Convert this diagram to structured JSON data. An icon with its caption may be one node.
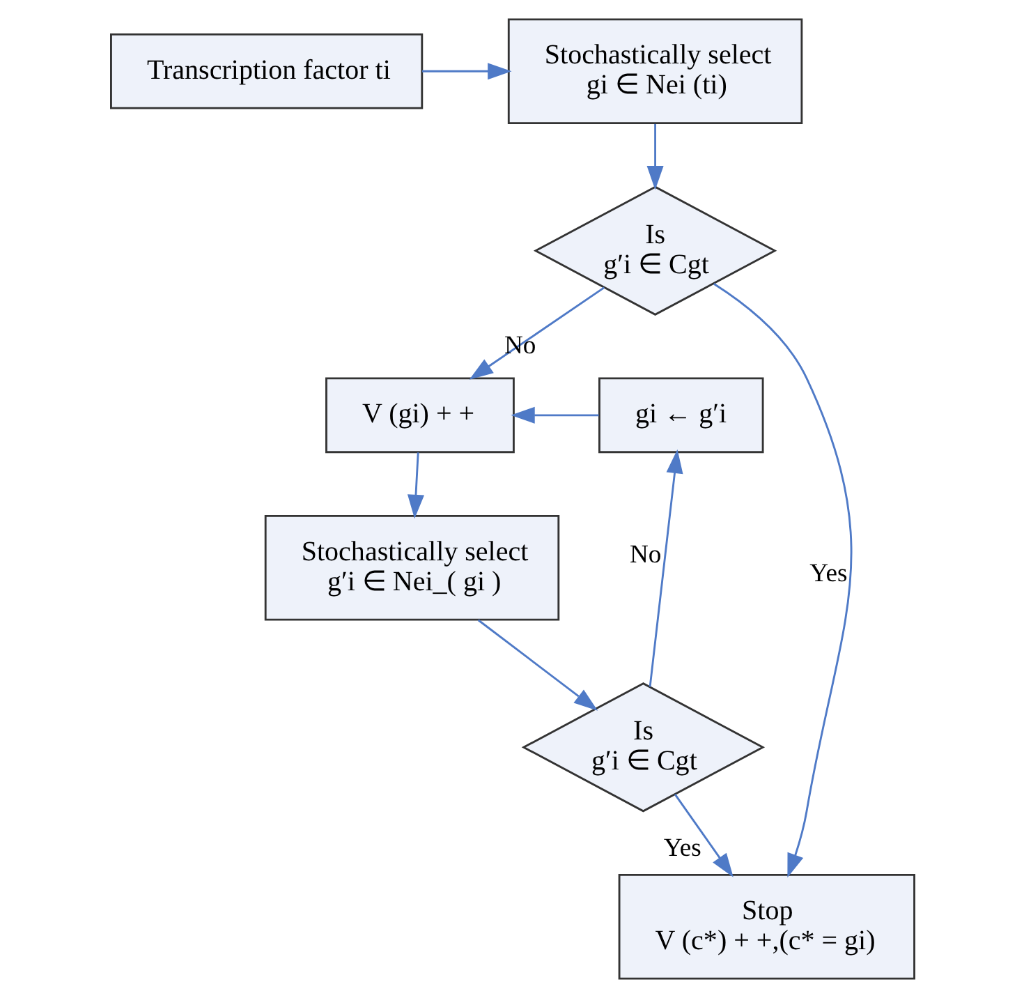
{
  "diagram": {
    "nodes": [
      {
        "text": [
          "Transcription factor ti"
        ]
      },
      {
        "text": [
          "Stochastically select",
          "gi ∈ Nei (ti)"
        ]
      },
      {
        "text": [
          "Is",
          "g′i ∈ Cgt"
        ]
      },
      {
        "text": [
          "V (gi) + +"
        ]
      },
      {
        "text": [
          "Stop",
          "V (c*) + +,(c* = gi)"
        ]
      },
      {
        "text": [
          "gi ← g′i"
        ]
      },
      {
        "text": [
          "Stochastically select",
          "g′i ∈ Nei_( gi )"
        ]
      },
      {
        "text": [
          "Is",
          "g′i ∈ Cgt"
        ]
      }
    ],
    "edges": [
      {
        "from": 0,
        "to": 1,
        "arrow": "to"
      },
      {
        "from": 1,
        "to": 2,
        "arrow": "to"
      },
      {
        "from": 2,
        "to": 3,
        "arrow": "to",
        "label": "No"
      },
      {
        "from": 2,
        "to": 4,
        "arrow": "to",
        "label": "Yes"
      },
      {
        "from": 3,
        "to": 6,
        "arrow": "to"
      },
      {
        "from": 6,
        "to": 7,
        "arrow": "to"
      },
      {
        "from": 7,
        "to": 5,
        "arrow": "to",
        "label": "No"
      },
      {
        "from": 7,
        "to": 4,
        "arrow": "to",
        "label": "Yes"
      },
      {
        "from": 5,
        "to": 3,
        "arrow": "to"
      }
    ]
  }
}
